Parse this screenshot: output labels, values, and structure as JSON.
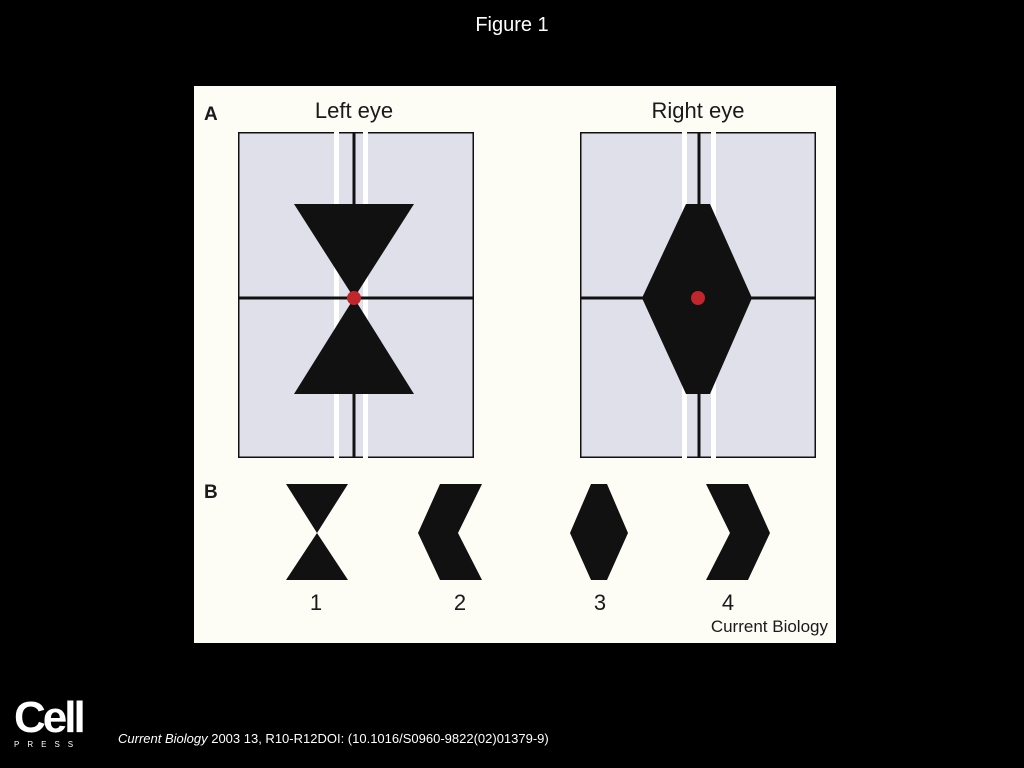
{
  "figure_title": "Figure 1",
  "panel_a": {
    "label": "A",
    "left_eye": {
      "title": "Left eye",
      "shape": "bowtie"
    },
    "right_eye": {
      "title": "Right eye",
      "shape": "diamond"
    }
  },
  "panel_b": {
    "label": "B",
    "shapes": [
      {
        "number": "1",
        "shape": "bowtie"
      },
      {
        "number": "2",
        "shape": "left-chevron"
      },
      {
        "number": "3",
        "shape": "diamond"
      },
      {
        "number": "4",
        "shape": "right-chevron"
      }
    ]
  },
  "credit": "Current Biology",
  "colors": {
    "background": "#000000",
    "panel": "#fdfdf6",
    "field": "#e0e0ea",
    "shape": "#111111",
    "fixation_dot": "#c0262c"
  },
  "publisher": {
    "wordmark": "Cell",
    "subtitle": "PRESS"
  },
  "citation": {
    "journal": "Current Biology",
    "details": " 2003 13, R10-R12DOI: (10.1016/S0960-9822(02)01379-9)"
  }
}
